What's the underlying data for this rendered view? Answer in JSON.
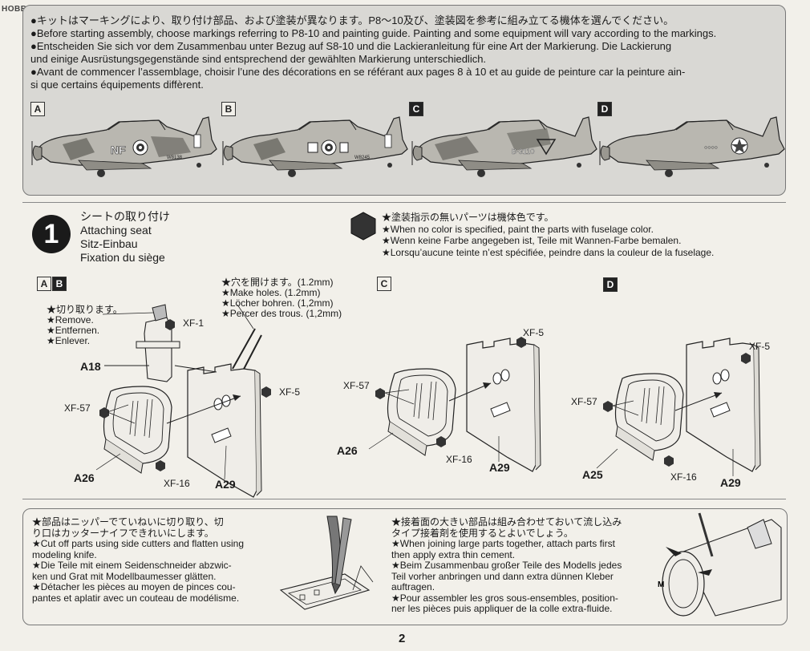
{
  "logo": {
    "text": "HOBBY SEARCH"
  },
  "header_notes": [
    "●キットはマーキングにより、取り付け部品、および塗装が異なります。P8～10及び、塗装図を参考に組み立てる機体を選んでください。",
    "●Before starting assembly, choose markings referring to P8-10 and painting guide. Painting and some equipment will vary according to the markings.",
    "●Entscheiden Sie sich vor dem Zusammenbau unter Bezug auf S8-10 und die Lackieranleitung für eine Art der Markierung. Die Lackierung",
    "und einige Ausrüstungsgegenstände sind entsprechend der gewählten Markierung unterschiedlich.",
    "●Avant de commencer l’assemblage, choisir l’une des décorations en se référant aux pages 8 à 10 et au guide de peinture car la peinture ain-",
    "si que certains équipements diffèrent."
  ],
  "markings": [
    {
      "label": "A",
      "style": "light",
      "codes": "NF",
      "serial": "W8138"
    },
    {
      "label": "B",
      "style": "light",
      "codes": "",
      "serial": "W8245"
    },
    {
      "label": "C",
      "style": "dark",
      "codes": "",
      "serial": "B-3110"
    },
    {
      "label": "D",
      "style": "dark",
      "codes": "",
      "serial": ""
    }
  ],
  "step": {
    "number": "1",
    "title": [
      "シートの取り付け",
      "Attaching seat",
      "Sitz-Einbau",
      "Fixation du siège"
    ]
  },
  "paint_note": [
    "★塗装指示の無いパーツは機体色です。",
    "★When no color is specified, paint the parts with fuselage color.",
    "★Wenn keine Farbe angegeben ist, Teile mit Wannen-Farbe bemalen.",
    "★Lorsqu’aucune teinte n’est spécifiée, peindre dans la couleur de la fuselage."
  ],
  "ab": {
    "labels": [
      "A",
      "B"
    ],
    "remove_note": [
      "★切り取ります。",
      "★Remove.",
      "★Entfernen.",
      "★Enlever."
    ],
    "holes_note": [
      "★穴を開けます。(1.2mm)",
      "★Make holes. (1.2mm)",
      "★Löcher bohren. (1,2mm)",
      "★Percer des trous. (1,2mm)"
    ],
    "paints": {
      "xf1": "XF-1",
      "xf5": "XF-5",
      "xf57": "XF-57",
      "xf16": "XF-16"
    },
    "parts": {
      "a18": "A18",
      "a26": "A26",
      "a29": "A29"
    }
  },
  "c": {
    "label": "C",
    "paints": {
      "xf5": "XF-5",
      "xf57": "XF-57",
      "xf16": "XF-16"
    },
    "parts": {
      "seat": "A26",
      "bulkhead": "A29"
    }
  },
  "d": {
    "label": "D",
    "paints": {
      "xf5": "XF-5",
      "xf57": "XF-57",
      "xf16": "XF-16"
    },
    "parts": {
      "seat": "A25",
      "bulkhead": "A29"
    }
  },
  "tips": {
    "cutting": [
      "★部品はニッパーでていねいに切り取り、切",
      "り口はカッターナイフできれいにします。",
      "★Cut off parts using side cutters and flatten using",
      "modeling knife.",
      "★Die Teile mit einem Seidenschneider abzwic-",
      "ken und Grat mit Modellbaumesser glätten.",
      "★Détacher les pièces au moyen de pinces cou-",
      "pantes et aplatir avec un couteau de modélisme."
    ],
    "cement": [
      "★接着面の大きい部品は組み合わせておいて流し込み",
      "タイプ接着剤を使用するとよいでしょう。",
      "★When joining large parts together, attach parts first",
      "then apply extra thin cement.",
      "★Beim Zusammenbau großer Teile des Modells jedes",
      "Teil vorher anbringen und dann extra dünnen Kleber",
      "auftragen.",
      "★Pour assembler les gros sous-ensembles, position-",
      "ner les pièces puis appliquer de la colle extra-fluide."
    ]
  },
  "page_number": "2"
}
